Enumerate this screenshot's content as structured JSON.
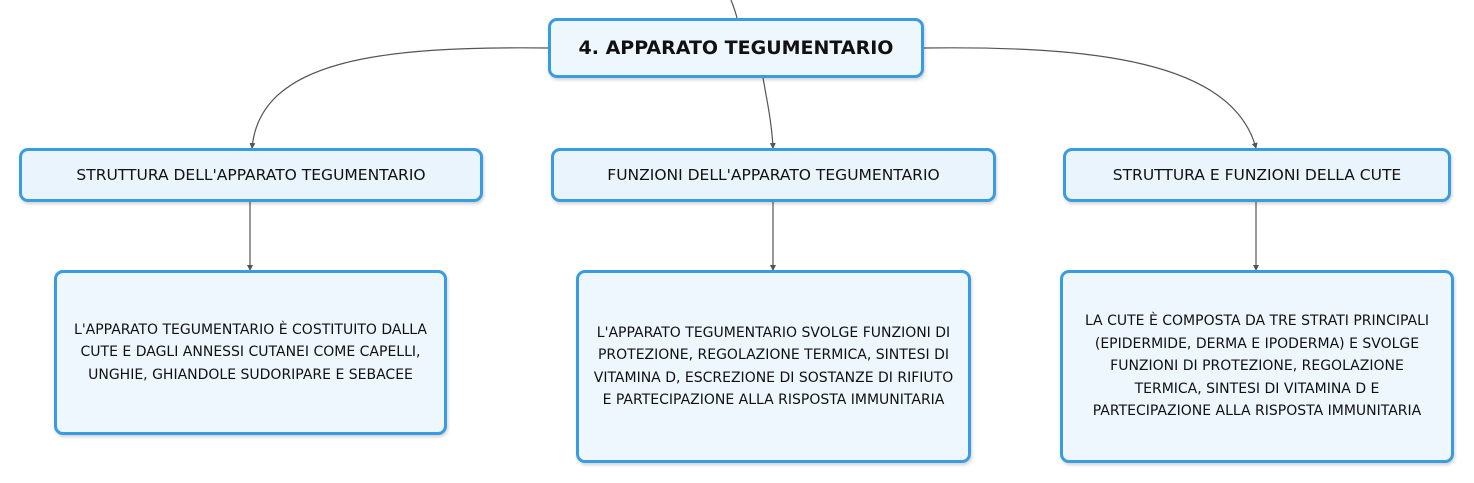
{
  "root": {
    "title": "4. APPARATO TEGUMENTARIO"
  },
  "branches": [
    {
      "title": "STRUTTURA DELL'APPARATO TEGUMENTARIO",
      "description": "L'APPARATO TEGUMENTARIO È COSTITUITO DALLA CUTE E DAGLI ANNESSI CUTANEI COME CAPELLI, UNGHIE, GHIANDOLE SUDORIPARE E SEBACEE"
    },
    {
      "title": "FUNZIONI DELL'APPARATO TEGUMENTARIO",
      "description": "L'APPARATO TEGUMENTARIO SVOLGE FUNZIONI DI PROTEZIONE, REGOLAZIONE TERMICA, SINTESI DI VITAMINA D, ESCREZIONE DI SOSTANZE DI RIFIUTO E PARTECIPAZIONE ALLA RISPOSTA IMMUNITARIA"
    },
    {
      "title": "STRUTTURA E FUNZIONI DELLA CUTE",
      "description": "LA CUTE È COMPOSTA DA TRE STRATI PRINCIPALI (EPIDERMIDE, DERMA E IPODERMA) E SVOLGE FUNZIONI DI PROTEZIONE, REGOLAZIONE TERMICA, SINTESI DI VITAMINA D E PARTECIPAZIONE ALLA RISPOSTA IMMUNITARIA"
    }
  ],
  "colors": {
    "node_border": "#3a9ce0",
    "node_fill": "#eaf4fd",
    "connector": "#555555"
  }
}
